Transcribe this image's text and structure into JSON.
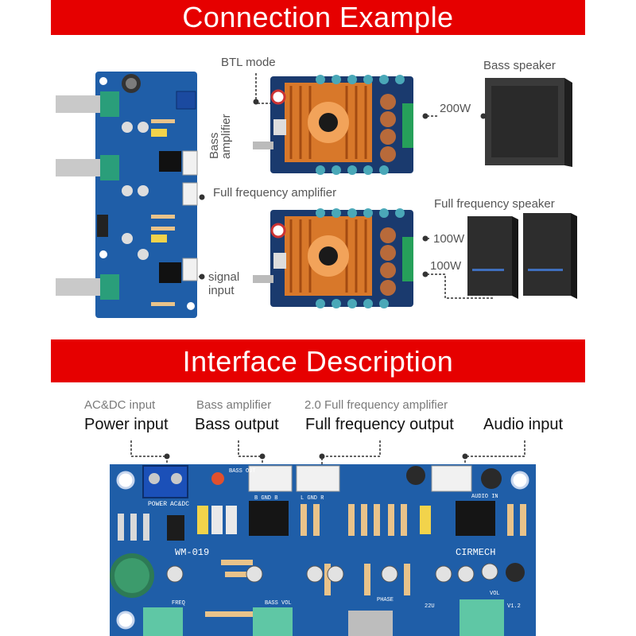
{
  "sections": {
    "connection_title": "Connection Example",
    "interface_title": "Interface Description"
  },
  "connection": {
    "btl_mode": "BTL mode",
    "bass_amplifier_line1": "Bass",
    "bass_amplifier_line2": "amplifier",
    "full_frequency_amplifier": "Full frequency amplifier",
    "signal_input_line1": "signal",
    "signal_input_line2": "input",
    "bass_speaker": "Bass speaker",
    "full_frequency_speaker": "Full frequency speaker",
    "power_bass": "200W",
    "power_full_1": "100W",
    "power_full_2": "100W"
  },
  "interface": {
    "power": {
      "caption": "AC&DC input",
      "label": "Power input"
    },
    "bass": {
      "caption": "Bass amplifier",
      "label": "Bass output"
    },
    "full": {
      "caption": "2.0 Full frequency amplifier",
      "label": "Full frequency output"
    },
    "audio": {
      "label": "Audio input"
    }
  },
  "pcb_silkscreen": {
    "model": "WM-019",
    "brand": "CIRMECH",
    "power_label": "POWER",
    "acdc_label": "AC&DC",
    "bass_out": "BASS OUT",
    "audio_in": "AUDIO IN",
    "b_gnd_b": "B  GND  B",
    "l_gnd_r": "L  GND  R",
    "freq": "FREQ",
    "bass_vol": "BASS VOL",
    "phase": "PHASE",
    "vol": "VOL",
    "cap_22u": "22U",
    "v12": "V1.2"
  },
  "colors": {
    "banner_red": "#e60000",
    "pcb_blue": "#1f5ea8",
    "heatsink_orange": "#d8782a"
  }
}
